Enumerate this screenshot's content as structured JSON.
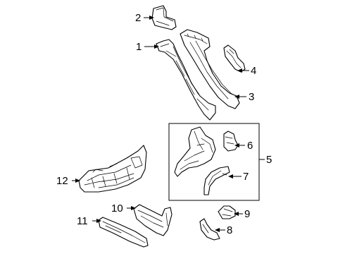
{
  "callouts": {
    "c1": "1",
    "c2": "2",
    "c3": "3",
    "c4": "4",
    "c5": "5",
    "c6": "6",
    "c7": "7",
    "c8": "8",
    "c9": "9",
    "c10": "10",
    "c11": "11",
    "c12": "12"
  },
  "colors": {
    "line": "#000000",
    "background": "#ffffff"
  }
}
